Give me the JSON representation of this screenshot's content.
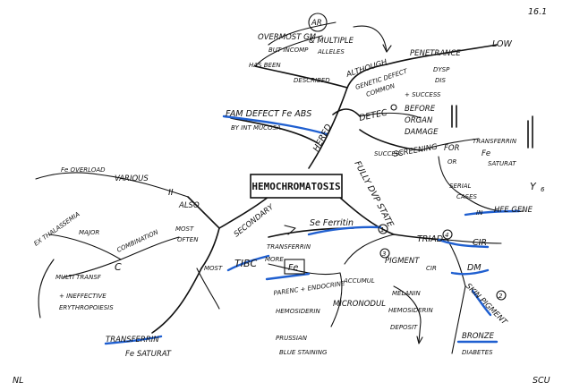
{
  "corner": {
    "page_number": "16.1",
    "left_initials": "NL",
    "right_initials": "SCU"
  },
  "center": {
    "title": "HEMOCHROMATOSIS"
  },
  "hered": {
    "label": "HERED",
    "mutation": "OVERMOST GM",
    "mutation_badge": "AR",
    "but": "BUT INCOMP",
    "multiple": "& MULTIPLE",
    "alleles": "ALLELES",
    "has_been": "HAS BEEN",
    "described": "DESCRIBED",
    "although": "ALTHOUGH",
    "genetic_defect": "GENETIC DEFECT",
    "common": "COMMON",
    "penetrance": "PENETRANCE",
    "low": "LOW",
    "dysp": "DYSP",
    "dis": "DIS",
    "fam_defect": "FAM DEFECT Fe ABS",
    "by_int_mucosa": "BY INT MUCOSA"
  },
  "detect": {
    "label": "DETEC",
    "success": "+ SUCCESS",
    "before": "BEFORE",
    "organ": "ORGAN",
    "damage": "DAMAGE",
    "success2": "SUCCESS"
  },
  "screening": {
    "label": "SCREENING",
    "for": "FOR",
    "transferrin": "TRANSFERRIN",
    "fe": "Fe",
    "saturation": "SATURAT",
    "or": "OR",
    "serial": "SERIAL",
    "cases": "CASES",
    "in": "IN",
    "hfe_gene": "HFE GENE",
    "y_glyph": "Y",
    "y_sub": "6"
  },
  "fully": {
    "label": "FULLY DVP STATE"
  },
  "secondary": {
    "label": "SECONDARY",
    "fe_overload": "Fe OVERLOAD",
    "various": "VARIOUS",
    "also": "ALSO",
    "numeral": "II",
    "most": "MOST",
    "often": "OFTEN",
    "combination": "COMBINATION",
    "c": "C",
    "thalassemia": "EX THALASSEMIA",
    "major": "MAJOR",
    "multitransf": "MULTI TRANSF",
    "ineffective": "+ INEFFECTIVE",
    "erythropoiesis": "ERYTHROPOIESIS"
  },
  "labs": {
    "tibc": "TIBC",
    "more": "MORE",
    "fe_badge": "Fe",
    "transferrin": "TRANSFERRIN",
    "fe_sat": "Fe SATURAT",
    "fe_ferritin": "Se Ferritin",
    "num1": "1",
    "pigment": "PIGMENT",
    "num3": "3",
    "parenc": "PARENC + ENDOCRINE",
    "accumul": "ACCUMUL",
    "hemosiderin": "HEMOSIDERIN",
    "micronodul": "MICRONODUL",
    "prussian": "PRUSSIAN",
    "blue_staining": "BLUE STAINING"
  },
  "triad": {
    "label": "TRIAD",
    "num4": "4",
    "cir": "CIR",
    "dm": "DM",
    "skin_pigment": "SKIN PIGMENT",
    "num2": "2",
    "cir2": "CIR",
    "melanin": "MELANIN",
    "hemosiderin": "HEMOSIDERIN",
    "deposit": "DEPOSIT",
    "bronze": "BRONZE",
    "diabetes": "DIABETES"
  }
}
